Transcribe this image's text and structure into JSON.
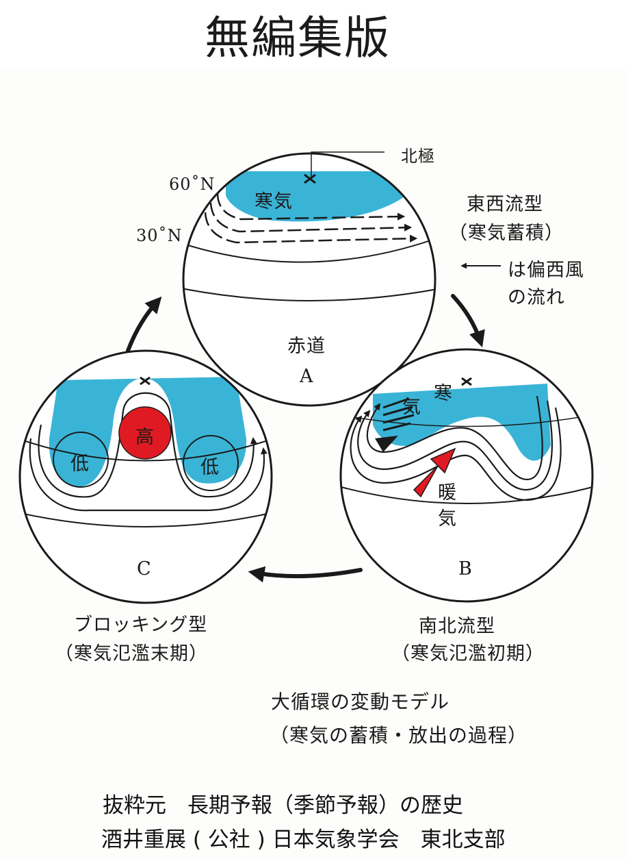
{
  "header": {
    "title": "無編集版"
  },
  "diagram": {
    "colors": {
      "cold_air": "#3ab4d6",
      "high_pressure": "#e01a22",
      "warm_arrow": "#e01a22",
      "ink": "#1a1a1a"
    },
    "globe_a": {
      "letter": "A",
      "north_pole": "北極",
      "lat_60": "60˚N",
      "lat_30": "30˚N",
      "cold_air": "寒気",
      "equator": "赤道",
      "type_name": "東西流型",
      "type_note": "（寒気蓄積）",
      "legend_line1": "は偏西風",
      "legend_line2": "の流れ"
    },
    "globe_b": {
      "letter": "B",
      "cold_air_1": "寒",
      "cold_air_2": "気",
      "warm_air_1": "暖",
      "warm_air_2": "気",
      "type_name": "南北流型",
      "type_note": "（寒気氾濫初期）"
    },
    "globe_c": {
      "letter": "C",
      "high": "高",
      "low_left": "低",
      "low_right": "低",
      "type_name": "ブロッキング型",
      "type_note": "（寒気氾濫末期）"
    },
    "caption": {
      "line1": "大循環の変動モデル",
      "line2": "（寒気の蓄積・放出の過程）"
    }
  },
  "footer": {
    "line1": "抜粋元　長期予報（季節予報）の歴史",
    "line2": "酒井重展 ( 公社 ) 日本気象学会　東北支部"
  }
}
